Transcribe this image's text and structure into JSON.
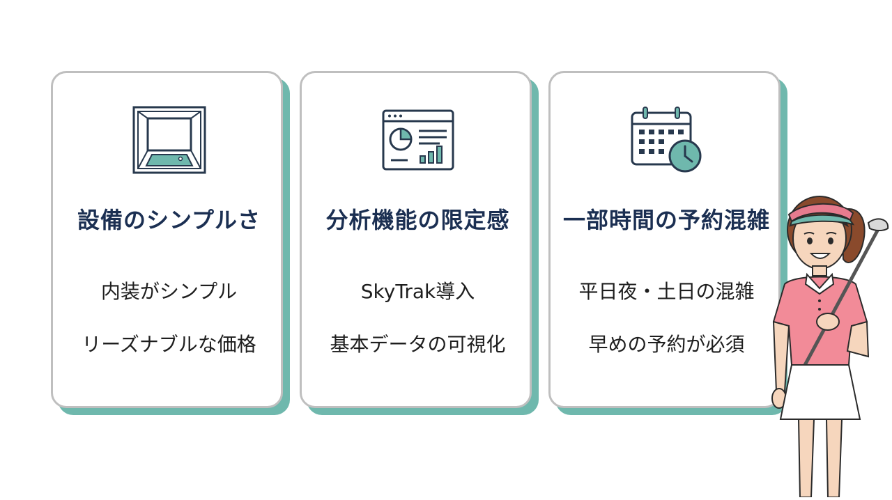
{
  "cards": [
    {
      "icon": "simulator-room-icon",
      "title": "設備のシンプルさ",
      "lines": [
        "内装がシンプル",
        "リーズナブルな価格"
      ]
    },
    {
      "icon": "analytics-dashboard-icon",
      "title": "分析機能の限定感",
      "lines": [
        "SkyTrak導入",
        "基本データの可視化"
      ]
    },
    {
      "icon": "calendar-clock-icon",
      "title": "一部時間の予約混雑",
      "lines": [
        "平日夜・土日の混雑",
        "早めの予約が必須"
      ]
    }
  ],
  "colors": {
    "accent": "#6fb8ad",
    "title": "#1b2f52",
    "border": "#bfbfbf",
    "icon_stroke": "#27384d",
    "icon_fill": "#6fb8ad"
  },
  "illustration": {
    "icon": "female-golfer-illustration"
  }
}
